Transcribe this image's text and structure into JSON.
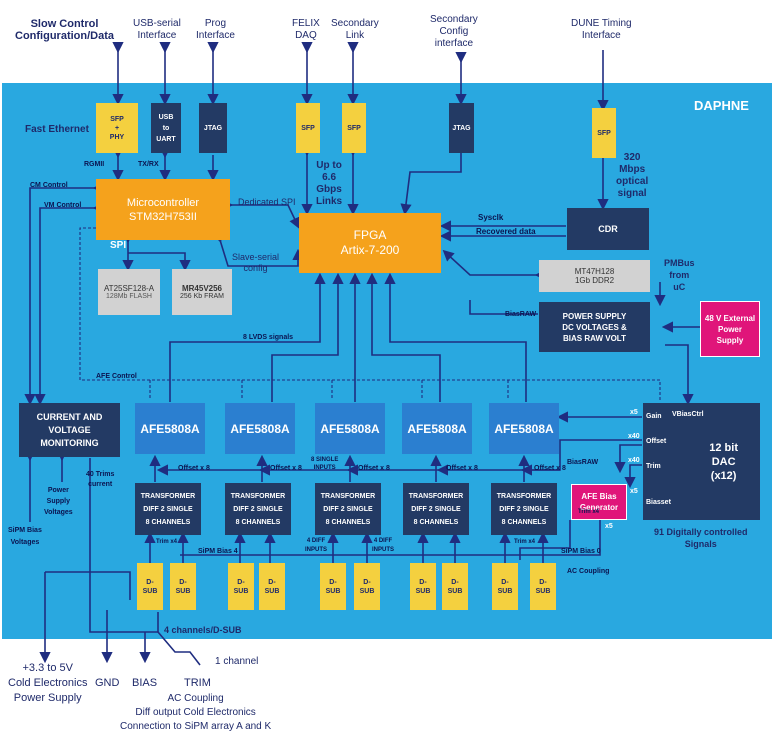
{
  "diagram": {
    "title": "DAPHNE",
    "top_labels": {
      "slow_control": "Slow Control\nConfiguration/Data",
      "usb_serial": "USB-serial\nInterface",
      "prog": "Prog\nInterface",
      "felix": "FELIX\nDAQ",
      "secondary_link": "Secondary\nLink",
      "secondary_config": "Secondary\nConfig\ninterface",
      "dune_timing": "DUNE Timing\nInterface"
    },
    "fast_ethernet": "Fast Ethernet",
    "sfp_phy": "SFP\n+\nPHY",
    "usb_uart": "USB\nto\nUART",
    "jtag": "JTAG",
    "sfp": "SFP",
    "rgmii": "RGMII",
    "txrx": "TX/RX",
    "up_to_links": "Up to\n6.6\nGbps\nLinks",
    "optical": "320\nMbps\noptical\nsignal",
    "cm_control": "CM Control",
    "vm_control": "VM Control",
    "microcontroller": "Microcontroller\nSTM32H753II",
    "dedicated_spi": "Dedicated SPI",
    "spi": "SPI",
    "slave_serial": "Slave-serial\nconfig",
    "fpga": "FPGA\nArtix-7-200",
    "sysclk": "Sysclk",
    "recovered_data": "Recovered data",
    "cdr": "CDR",
    "flash": "AT25SF128-A",
    "flash_sub": "128Mb FLASH",
    "fram": "MR45V256",
    "fram_sub": "256 Kb FRAM",
    "ddr_line1": "MT47H128",
    "ddr_line2": "1Gb DDR2",
    "pmbus": "PMBus\nfrom\nuC",
    "biasraw": "BiasRAW",
    "power_supply": "POWER SUPPLY\nDC VOLTAGES &\nBIAS RAW VOLT",
    "ext_power": "48 V External\nPower\nSupply",
    "lvds": "8 LVDS signals",
    "afe_control": "AFE Control",
    "current_monitor": "CURRENT AND\nVOLTAGE\nMONITORING",
    "afe_label": "AFE5808A",
    "dac": "12 bit\nDAC\n(x12)",
    "dac_ports": {
      "gain": "Gain",
      "vbias": "VBiasCtrl",
      "offset": "Offset",
      "trim": "Trim",
      "biasset": "Biasset"
    },
    "x5": "x5",
    "x40": "x40",
    "biasraw2": "BiasRAW",
    "afe_bias": "AFE Bias\nGenerator",
    "digital_signals": "91 Digitally controlled\nSignals",
    "offset_x8": "Offset x 8",
    "transformer": "TRANSFORMER\nDIFF 2 SINGLE\n8 CHANNELS",
    "trim_x4": "Trim x4",
    "sipm_bias4": "SiPM Bias 4",
    "sipm_bias0": "SiPM Bias 0",
    "single_inputs": "8 SINGLE\nINPUTS",
    "diff_inputs": "4 DIFF\nINPUTS",
    "ac_coupling_small": "AC Coupling",
    "dsub": "D-\nSUB",
    "trims_40": "40 Trims\ncurrent",
    "power_supply_voltages": "Power\nSupply\nVoltages",
    "sipm_bias_voltages": "SiPM Bias\nVoltages",
    "ch4_dsub": "4 channels/D-SUB",
    "bottom": {
      "v33": "+3.3 to 5V\nCold Electronics\nPower Supply",
      "gnd": "GND",
      "bias": "BIAS",
      "trim": "TRIM",
      "one_channel": "1 channel",
      "ac_coupling": "AC Coupling\nDiff output Cold Electronics\nConnection to SiPM array A and K"
    }
  }
}
